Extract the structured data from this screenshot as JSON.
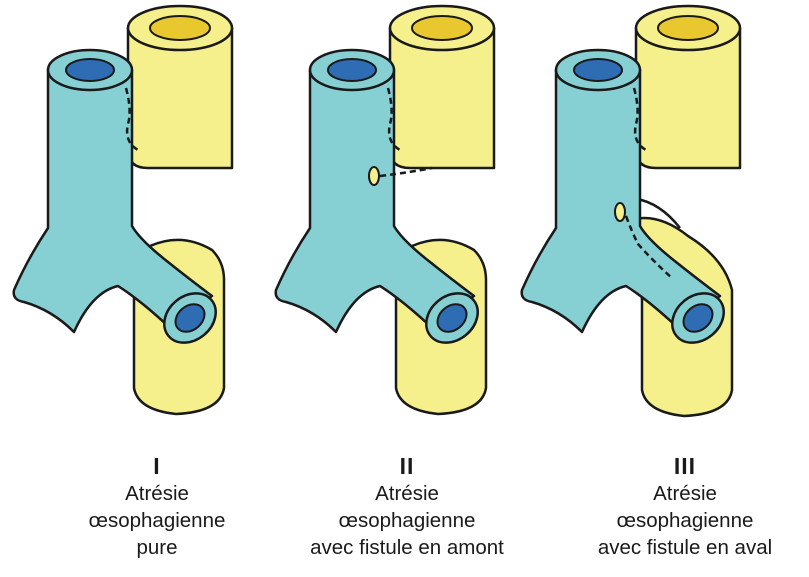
{
  "colors": {
    "esophagus": "#86CFD2",
    "esophagus_lumen": "#2E6DB4",
    "trachea": "#F6F08C",
    "trachea_lumen": "#E8C82E",
    "outline": "#1a1a1a"
  },
  "types": [
    {
      "numeral": "I",
      "lines": [
        "Atrésie",
        "œsophagienne",
        "pure"
      ]
    },
    {
      "numeral": "II",
      "lines": [
        "Atrésie",
        "œsophagienne",
        "avec fistule en amont"
      ]
    },
    {
      "numeral": "III",
      "lines": [
        "Atrésie",
        "œsophagienne",
        "avec fistule en aval"
      ]
    }
  ]
}
